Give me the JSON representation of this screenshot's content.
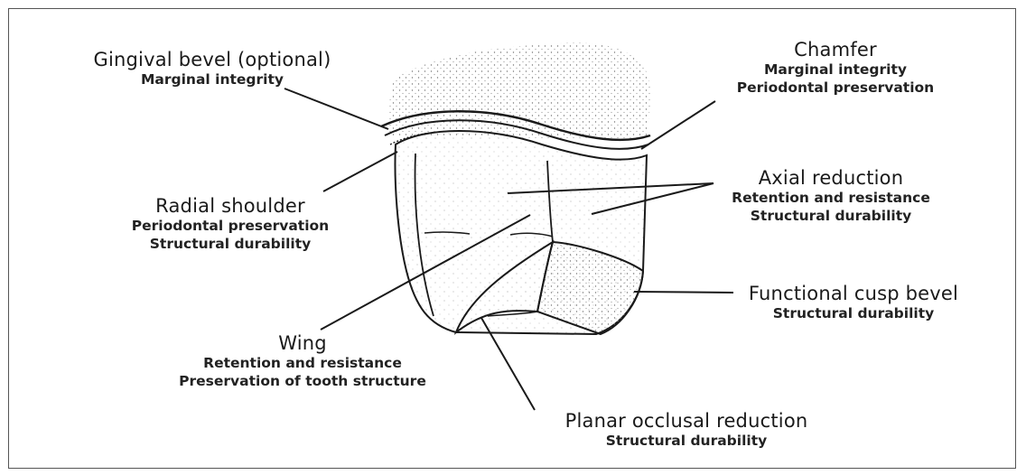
{
  "labels": {
    "gingival": {
      "title": "Gingival bevel (optional)",
      "lines": [
        "Marginal integrity"
      ]
    },
    "chamfer": {
      "title": "Chamfer",
      "lines": [
        "Marginal integrity",
        "Periodontal preservation"
      ]
    },
    "axial": {
      "title": "Axial reduction",
      "lines": [
        "Retention and resistance",
        "Structural durability"
      ]
    },
    "radial": {
      "title": "Radial shoulder",
      "lines": [
        "Periodontal preservation",
        "Structural durability"
      ]
    },
    "functional": {
      "title": "Functional cusp bevel",
      "lines": [
        "Structural durability"
      ]
    },
    "wing": {
      "title": "Wing",
      "lines": [
        "Retention and resistance",
        "Preservation of tooth structure"
      ]
    },
    "planar": {
      "title": "Planar occlusal reduction",
      "lines": [
        "Structural durability"
      ]
    }
  },
  "colors": {
    "line": "#1a1a1a",
    "border": "#555555"
  }
}
